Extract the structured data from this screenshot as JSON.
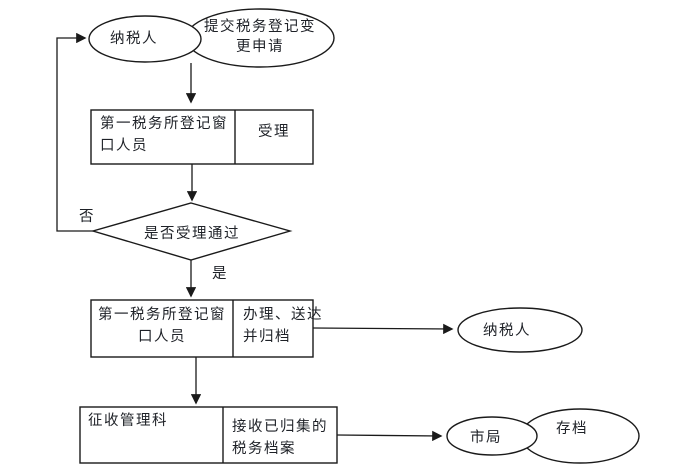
{
  "page": {
    "background": "#ffffff",
    "line_color": "#1a1a1a"
  },
  "flowchart": {
    "top": {
      "taxpayer": "纳税人",
      "submit_application": "提交税务登记变\n更申请"
    },
    "accept_step": {
      "role": "第一税务所登记窗\n口人员",
      "action": "受理"
    },
    "decision": {
      "question": "是否受理通过",
      "no_label": "否",
      "yes_label": "是"
    },
    "process_step": {
      "role": "第一税务所登记窗\n口人员",
      "action": "办理、送达\n并归档",
      "output": "纳税人"
    },
    "archive_step": {
      "role": "征收管理科",
      "action": "接收已归集的\n税务档案",
      "output_bureau": "市局",
      "output_archive": "存档"
    }
  }
}
